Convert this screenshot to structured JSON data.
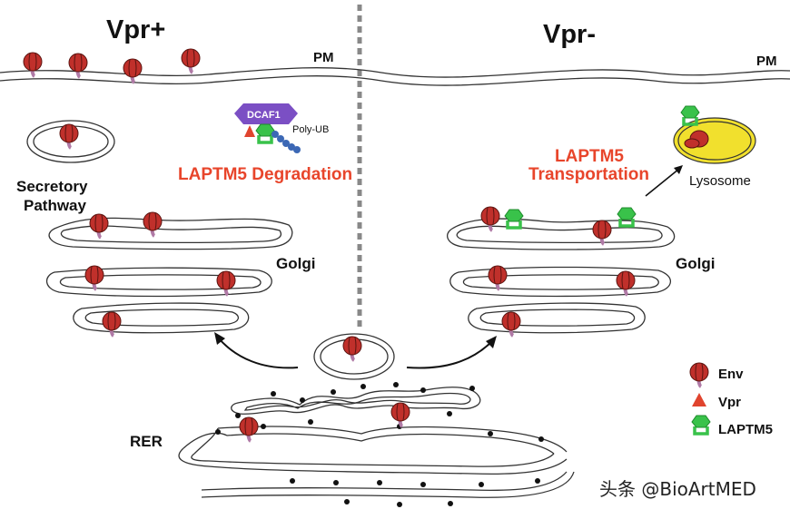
{
  "titles": {
    "left": "Vpr+",
    "right": "Vpr-"
  },
  "membrane": {
    "left_label": "PM",
    "right_label": "PM"
  },
  "left": {
    "secretory_label": "Secretory",
    "secretory_label_2": "Pathway",
    "golgi_label": "Golgi",
    "dcaf1_label": "DCAF1",
    "polyub_label": "Poly-UB",
    "process_label": "LAPTM5 Degradation"
  },
  "right": {
    "process_label_1": "LAPTM5",
    "process_label_2": "Transportation",
    "lysosome_label": "Lysosome",
    "golgi_label": "Golgi"
  },
  "rer_label": "RER",
  "legend": [
    {
      "label": "Env",
      "icon": "env-icon"
    },
    {
      "label": "Vpr",
      "icon": "vpr-triangle-icon"
    },
    {
      "label": "LAPTM5",
      "icon": "laptm5-icon"
    }
  ],
  "watermark": "头条 @BioArtMED",
  "colors": {
    "env_red": "#c0302b",
    "vpr_red": "#e0442e",
    "laptm5_green": "#39c24a",
    "dcaf1_purple": "#7b4fc4",
    "polyub_blue": "#3c68b5",
    "lysosome_yellow": "#f1e02d",
    "process_text_red": "#e8452b"
  }
}
